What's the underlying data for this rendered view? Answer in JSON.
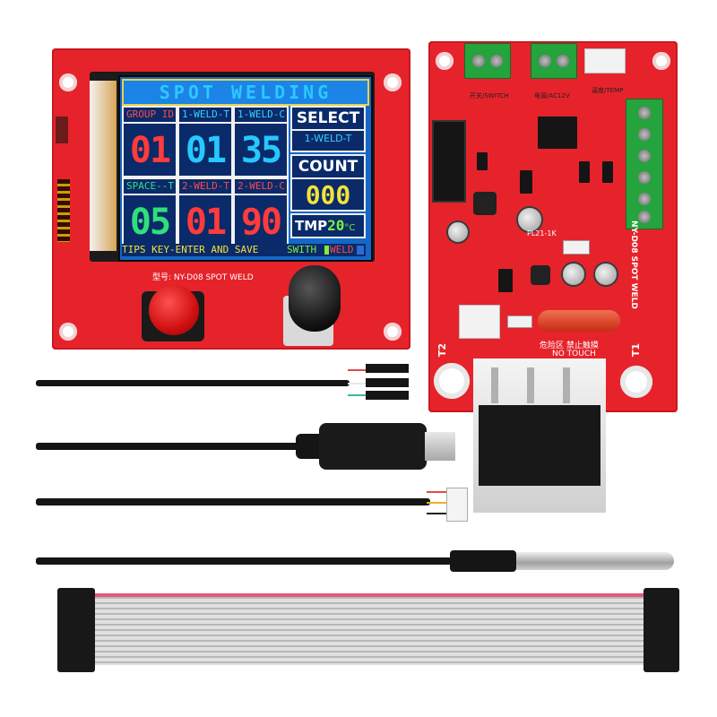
{
  "lcd": {
    "title": "SPOT WELDING",
    "cells": [
      {
        "label": "GROUP ID",
        "value": "01",
        "label_color": "#ff4a4a",
        "value_color": "#ff3b3b"
      },
      {
        "label": "1-WELD-T",
        "value": "01",
        "label_color": "#3ad0ff",
        "value_color": "#27c8ff"
      },
      {
        "label": "1-WELD-C",
        "value": "35",
        "label_color": "#3ad0ff",
        "value_color": "#27c8ff"
      },
      {
        "label": "SPACE--T",
        "value": "05",
        "label_color": "#32e07a",
        "value_color": "#2fe07a"
      },
      {
        "label": "2-WELD-T",
        "value": "01",
        "label_color": "#ff4a4a",
        "value_color": "#ff3b3b"
      },
      {
        "label": "2-WELD-C",
        "value": "90",
        "label_color": "#ff4a4a",
        "value_color": "#ff3b3b"
      }
    ],
    "select_label": "SELECT",
    "select_value": "1-WELD-T",
    "count_label": "COUNT",
    "count_value": "000",
    "tmp_label": "TMP",
    "tmp_value": "20",
    "tmp_unit": "°C",
    "tips": "TIPS KEY-ENTER AND SAVE",
    "switch_label": "SWITH",
    "weld_label": "WELD"
  },
  "display_board": {
    "model_text": "型号: NY-D08  SPOT WELD"
  },
  "control_board": {
    "switch_text": "开关/SWITCH",
    "power_text": "电源/AC12V",
    "temp_text": "温度/TEMP",
    "model_text": "NY-D08 SPOT WELD",
    "warning_text": "危险区 禁止触摸",
    "no_touch_text": "NO TOUCH",
    "t1_label": "T1",
    "t2_label": "T2",
    "part_label": "PL21-1K"
  },
  "colors": {
    "pcb_red": "#e6232b",
    "lcd_blue": "#1468c8",
    "terminal_green": "#25a33d",
    "button_red": "#d01010",
    "cable_black": "#151515"
  }
}
